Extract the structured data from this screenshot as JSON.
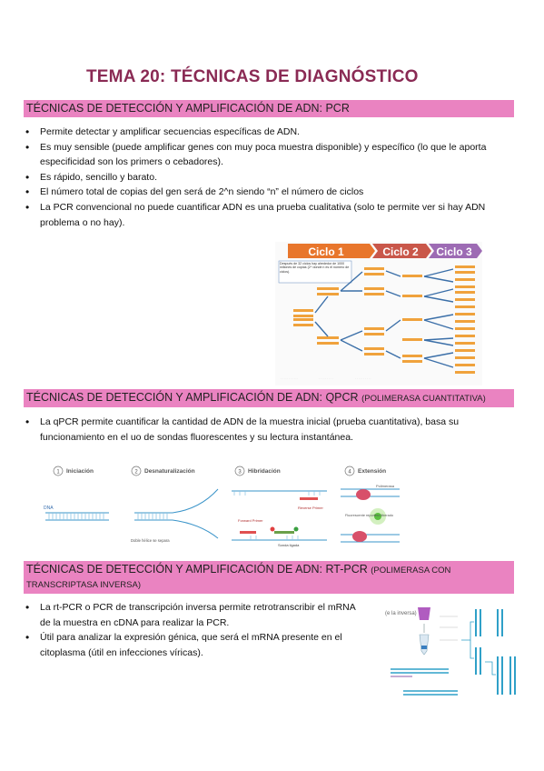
{
  "title": "TEMA 20: TÉCNICAS DE DIAGNÓSTICO",
  "sections": [
    {
      "heading": "TÉCNICAS DE DETECCIÓN Y AMPLIFICACIÓN DE ADN: PCR",
      "bullets": [
        "Permite detectar y amplificar secuencias específicas de ADN.",
        "Es muy sensible (puede amplificar genes con muy poca muestra disponible) y específico (lo que le aporta especificidad son los primers o cebadores).",
        "Es rápido, sencillo y barato.",
        "El número total de copias del gen será de 2^n siendo “n” el número de ciclos",
        "La PCR convencional no puede cuantificar ADN es una prueba cualitativa (solo te permite ver si hay ADN problema o no hay)."
      ]
    },
    {
      "heading": "TÉCNICAS DE DETECCIÓN Y AMPLIFICACIÓN DE ADN: QPCR",
      "heading_small": "(POLIMERASA CUANTITATIVA)",
      "bullets": [
        "La qPCR permite cuantificar la cantidad de ADN de la muestra inicial (prueba cuantitativa), basa su funcionamiento en el uo de sondas fluorescentes y su lectura instantánea."
      ]
    },
    {
      "heading": "TÉCNICAS DE DETECCIÓN Y AMPLIFICACIÓN DE ADN: RT-PCR",
      "heading_small": "(POLIMERASA CON TRANSCRIPTASA INVERSA)",
      "bullets": [
        "La rt-PCR o PCR de transcripción inversa permite retrotranscribir el mRNA de la muestra en cDNA para realizar la PCR.",
        "Útil para analizar la expresión génica, que será el mRNA presente en el citoplasma (útil en infecciones víricas)."
      ]
    }
  ],
  "pcr_figure": {
    "cycles": [
      "Ciclo 1",
      "Ciclo 2",
      "Ciclo 3"
    ],
    "note": "Después de 32 ciclos hay alrededor de 1000 millones de copias (2^ donde n es el número de ciclos)."
  },
  "qpcr_figure": {
    "steps": [
      {
        "num": "1",
        "label": "Iniciación"
      },
      {
        "num": "2",
        "label": "Desnaturalización"
      },
      {
        "num": "3",
        "label": "Hibridación"
      },
      {
        "num": "4",
        "label": "Extensión"
      }
    ],
    "dna_label": "DNA",
    "separation_label": "Doble hélice se separa",
    "reverse_primer": "Reverse Primer",
    "forward_primer": "Forward Primer",
    "probe": "Sonda ligada",
    "polymerase": "Polimerasa",
    "fluorophore": "Fluorescente reportero liberado"
  },
  "rt_figure": {
    "label": "(e la inversa)"
  },
  "colors": {
    "title": "#8a2a54",
    "heading_bar": "#ea83c1",
    "strand": "#f0a23c",
    "cycle1": "#e8762c",
    "cycle2": "#c9574a",
    "cycle3": "#9d6bb4"
  }
}
